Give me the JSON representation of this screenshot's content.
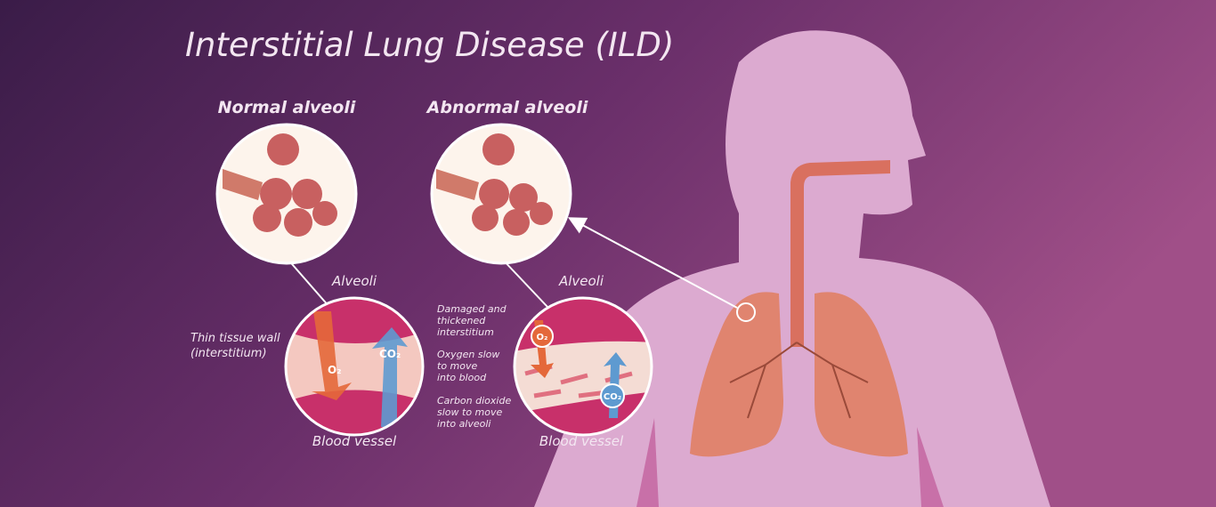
{
  "title": "Interstitial Lung Disease (ILD)",
  "normal": {
    "heading": "Normal alveoli",
    "alveoli_label": "Alveoli",
    "vessel_label": "Blood vessel",
    "wall_label_1": "Thin tissue wall",
    "wall_label_2": "(interstitium)",
    "o2": "O₂",
    "co2": "CO₂"
  },
  "abnormal": {
    "heading": "Abnormal alveoli",
    "alveoli_label": "Alveoli",
    "vessel_label": "Blood vessel",
    "notes": [
      [
        "Damaged and",
        "thickened",
        "interstitium"
      ],
      [
        "Oxygen slow",
        "to move",
        "into blood"
      ],
      [
        "Carbon dioxide",
        "slow to move",
        "into alveoli"
      ]
    ],
    "o2": "O₂",
    "co2": "CO₂"
  },
  "colors": {
    "bg_left": "#3a1c48",
    "bg_right": "#a04f88",
    "body": "#dcaad0",
    "lung": "#e0846f",
    "vessel": "#c8306a",
    "o2_arrow": "#e4683a",
    "co2_arrow": "#5e9ad0"
  }
}
